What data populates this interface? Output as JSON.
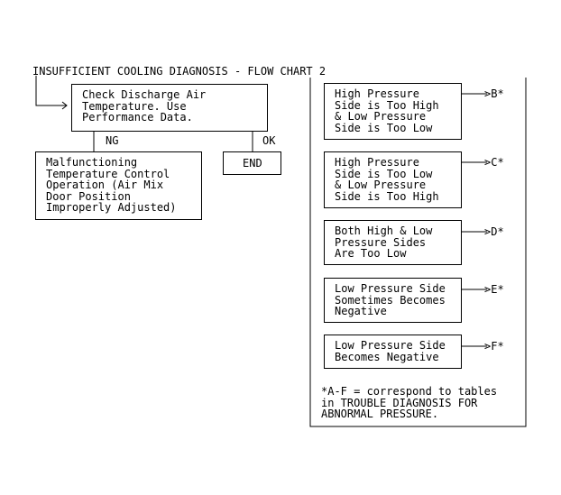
{
  "title": "INSUFFICIENT COOLING DIAGNOSIS - FLOW CHART 2",
  "start_box": "Check Discharge Air\nTemperature. Use\nPerformance Data.",
  "branch_ng_label": "NG",
  "branch_ok_label": "OK",
  "ng_box": "Malfunctioning\nTemperature Control\nOperation (Air Mix\nDoor Position\nImproperly Adjusted)",
  "ok_box": "END",
  "conditions": [
    {
      "text": "High Pressure\nSide is Too High\n& Low Pressure\nSide is Too Low",
      "target": ">B*"
    },
    {
      "text": "High Pressure\nSide is Too Low\n& Low Pressure\nSide is Too High",
      "target": ">C*"
    },
    {
      "text": "Both High & Low\nPressure Sides\nAre Too Low",
      "target": ">D*"
    },
    {
      "text": "Low Pressure Side\nSometimes Becomes\nNegative",
      "target": ">E*"
    },
    {
      "text": "Low Pressure Side\nBecomes Negative",
      "target": ">F*"
    }
  ],
  "footnote": "*A-F = correspond to tables\nin TROUBLE DIAGNOSIS FOR\nABNORMAL PRESSURE.",
  "colors": {
    "line": "#000000",
    "background": "#ffffff"
  }
}
